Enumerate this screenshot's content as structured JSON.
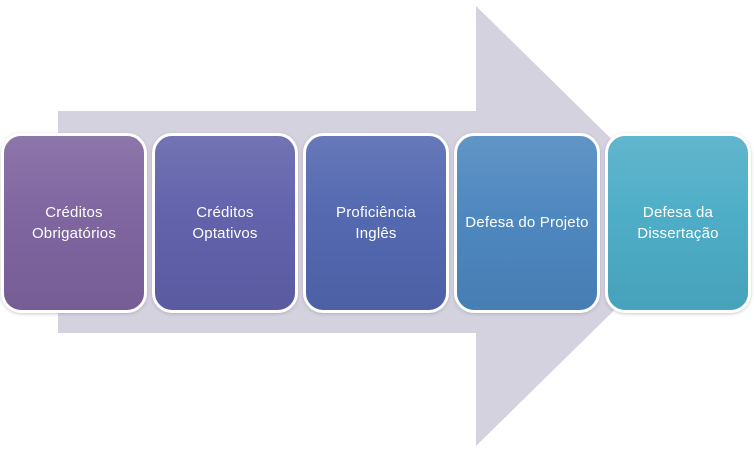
{
  "diagram": {
    "type": "process-arrow",
    "background_color": "#FFFFFF",
    "arrow": {
      "direction": "right",
      "color": "#D5D2DF"
    },
    "text_color": "#FFFFFF",
    "steps": [
      {
        "label": "Créditos Obrigatórios",
        "color": "#7D639E"
      },
      {
        "label": "Créditos Optativos",
        "color": "#5F60AA"
      },
      {
        "label": "Proficiência Inglês",
        "color": "#5166AF"
      },
      {
        "label": "Defesa do Projeto",
        "color": "#4B86BE"
      },
      {
        "label": "Defesa da Dissertação",
        "color": "#4BACC6"
      }
    ]
  }
}
